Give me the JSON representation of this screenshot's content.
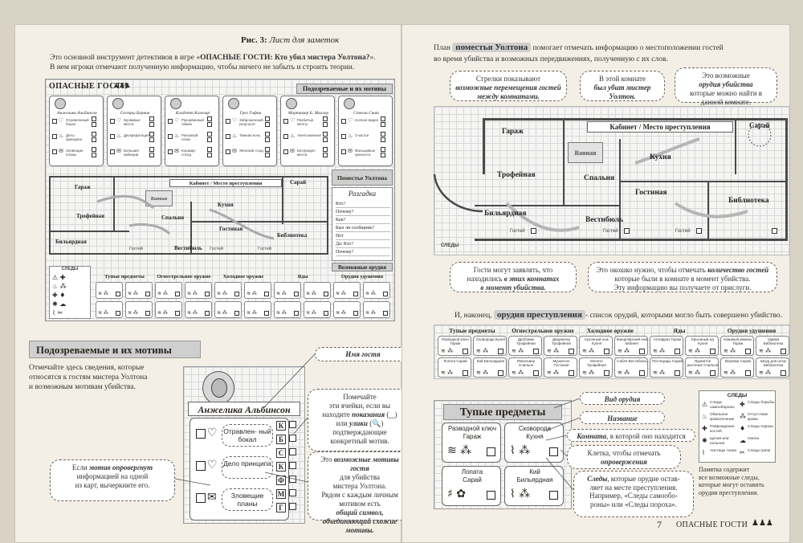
{
  "left": {
    "fig_title_prefix": "Рис. 3:",
    "fig_title_rest": " Лист для заметок",
    "intro_line1_a": "Это основной инструмент детективов в игре «",
    "intro_line1_b": "ОПАСНЫЕ ГОСТИ: Кто убил мистера Уолтона?",
    "intro_line1_c": "».",
    "intro_line2": "В нем игроки отмечают полученную информацию, чтобы ничего не забыть и строить теории.",
    "sheet": {
      "logo": "ОПАСНЫЕ ГОСТИ",
      "suspects_header": "Подозреваемые и их мотивы",
      "suspects": [
        "Анжелика Альбинсон",
        "Сестры Берник",
        "Клодетт Калезар",
        "Грег Гафни",
        "Мортимер Б. Миллер",
        "Стелли Свит"
      ],
      "motives_sample": [
        "Отравленный бокал",
        "Дело принципа",
        "Зловещие планы"
      ],
      "motives_b": [
        "Кровавые места",
        "Дискредитация",
        "Большие амбиции"
      ],
      "motives_c": [
        "Разорванный обман",
        "Рисковый отказ",
        "Кошмар-сосед"
      ],
      "motives_d": [
        "Заброшенный результат",
        "Темная ночь",
        "Женский стыд"
      ],
      "motives_e": [
        "Разбитые мечты",
        "Уничтоженное",
        "Беспредел места"
      ],
      "motives_f": [
        "Ночное видео",
        "Счастье",
        "Фальшивые ценности"
      ],
      "manor_title": "Поместье Уолтона",
      "solve_title": "Разгадка",
      "solve_lines": [
        "Кто?",
        "Почему?",
        "Как?",
        "Был ли сообщник?",
        "Нет",
        "Да: Кто?",
        "Почему?"
      ],
      "rooms": {
        "office": "Кабинет / Место преступления",
        "barn": "Сарай",
        "garage": "Гараж",
        "bath": "Ванная",
        "kitchen": "Кухня",
        "trophy": "Трофейная",
        "bedroom": "Спальня",
        "living": "Гостиная",
        "library": "Библиотека",
        "billiard": "Бильярдная",
        "vestibule": "Вестибюль"
      },
      "guests_label": "Гостей",
      "weapons_header": "Возможные орудия",
      "clues_header": "СЛЕДЫ",
      "weapon_cats": [
        "Тупые предметы",
        "Огнестрельное оружие",
        "Холодное оружие",
        "Яды",
        "Орудия удушения"
      ]
    },
    "section_title": "Подозреваемые и их мотивы",
    "section_text": [
      "Отмечайте здесь сведения, которые",
      "относятся к гостям мистера Уолтона",
      "и возможным мотивам убийства."
    ],
    "guest_name_label": "Имя гостя",
    "card": {
      "name": "Анжелика Альбинсон",
      "motives": [
        "Отравлен- ный бокал",
        "Дело принципа",
        "Зловещие планы"
      ],
      "letters": [
        "К",
        "Б",
        "С",
        "К",
        "Ф",
        "М",
        "Г"
      ]
    },
    "callout_mark": [
      "Помечайте",
      "эти ячейки, если вы",
      "находите",
      "показания",
      "или",
      "улики",
      "подтверждающие",
      "конкретный мотив."
    ],
    "callout_motives": [
      "Это",
      "возможные мотивы гостя",
      "для убийства",
      "мистера Уолтона.",
      "Рядом с каждым личным",
      "мотивом есть",
      "общий символ, объединяющий схожие мотивы."
    ],
    "callout_refute": [
      "Если",
      "мотив опровергнут",
      "информацией на одной",
      "из карт, вычеркните его."
    ]
  },
  "right": {
    "plan_intro_a": "План",
    "plan_intro_hl": "поместья Уолтона",
    "plan_intro_b": "помогает отмечать информацию о местоположении гостей",
    "plan_intro_line2": "во время убийства и возможных передвижениях, полученную с их слов.",
    "callout_arrows": [
      "Стрелки показывают",
      "возможные перемещения гостей между комнатами."
    ],
    "callout_killed": [
      "В этой комнате",
      "был убит мистер Уолтон."
    ],
    "callout_weapons_room": [
      "Это возможные",
      "орудия убийства",
      "которые можно найти в данной комнате."
    ],
    "callout_guests_claim": [
      "Гости могут заявлять, что",
      "находились",
      "в этих комнатах",
      "в момент убийства."
    ],
    "callout_window": [
      "Это окошко нужно, чтобы отмечать",
      "количество гостей",
      "которые были в комнате в момент убийства.",
      "Эту информацию вы получаете от прислуги."
    ],
    "plan": {
      "office": "Кабинет / Место преступления",
      "barn": "Сарай",
      "garage": "Гараж",
      "bath": "Ванная",
      "kitchen": "Кухня",
      "trophy": "Трофейная",
      "bedroom": "Спальня",
      "living": "Гостиная",
      "library": "Библиотека",
      "billiard": "Бильярдная",
      "vestibule": "Вестибюль",
      "guests": "Гостей",
      "clues_tag": "СЛЕДЫ"
    },
    "weapons_intro_a": "И, наконец,",
    "weapons_intro_hl": "орудия преступления",
    "weapons_intro_b": "- список орудий, которыми могло быть совершено убийство.",
    "weapon_cats": [
      "Тупые предметы",
      "Огнестрельное оружие",
      "Холодное оружие",
      "Яды",
      "Орудия удушения"
    ],
    "weapons_row1": [
      "Разводной ключ Гараж",
      "Сковорода Кухня",
      "Дробовик Трофейная",
      "Деррингер Трофейная",
      "Кухонный нож Кухня",
      "Канцелярский нож Кабинет",
      "Антифриз Гараж",
      "Крысиный яд Кухня",
      "Кожаный ремень Гараж",
      "Удавка Библиотека"
    ],
    "weapons_row2": [
      "Лопата Сарай",
      "Кий Бильярдная",
      "Револьвер Спальня",
      "Мушкетон Гостиная",
      "Мачете Трофейная",
      "Сабля Вестибюль",
      "Пестициды Сарай",
      "Ядовитое растение Спальня",
      "Веревка Сарай",
      "Шнур для штор Библиотека"
    ],
    "blunt_header": "Тупые предметы",
    "wcards": [
      {
        "name": "Разводной ключ",
        "room": "Гараж"
      },
      {
        "name": "Сковорода",
        "room": "Кухня"
      },
      {
        "name": "Лопата",
        "room": "Сарай"
      },
      {
        "name": "Кий",
        "room": "Бильярдная"
      }
    ],
    "label_type": "Вид орудия",
    "label_name": "Название",
    "label_room_a": "Комната",
    "label_room_b": ", в которой оно находится",
    "label_cell": [
      "Клетка, чтобы отмечать",
      "опровержения"
    ],
    "label_clues": [
      "Следы",
      "которые орудие остав-",
      "ляет на месте преступления.",
      "Например, «Следы самообо-",
      "роны» или «Следы пороха»."
    ],
    "clues_box": {
      "title": "СЛЕДЫ",
      "items": [
        "Следы самообороны",
        "Следы борьбы",
        "Обильное кровотечение",
        "Отсутствие крови",
        "Повреждение костей",
        "Следы порока",
        "Целая или сильная",
        "Ожоги",
        "Частицы ткани",
        "Следы грязи"
      ]
    },
    "clues_note": [
      "Памятка содержит",
      "все возможные следы,",
      "которые могут оставить",
      "орудия преступления."
    ],
    "page_number": "7",
    "footer_logo": "ОПАСНЫЕ ГОСТИ"
  }
}
